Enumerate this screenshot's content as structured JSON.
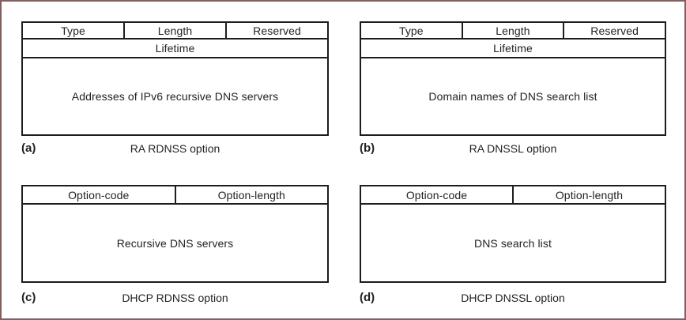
{
  "colors": {
    "frame_border": "#7f6161",
    "table_border": "#1d1d1b",
    "text": "#231f20",
    "background": "#ffffff"
  },
  "figures": {
    "a": {
      "label": "(a)",
      "caption": "RA RDNSS option",
      "header_cells": [
        "Type",
        "Length",
        "Reserved"
      ],
      "row2": "Lifetime",
      "body": "Addresses of IPv6 recursive DNS servers"
    },
    "b": {
      "label": "(b)",
      "caption": "RA DNSSL option",
      "header_cells": [
        "Type",
        "Length",
        "Reserved"
      ],
      "row2": "Lifetime",
      "body": "Domain names of DNS search list"
    },
    "c": {
      "label": "(c)",
      "caption": "DHCP RDNSS option",
      "header_cells": [
        "Option-code",
        "Option-length"
      ],
      "body": "Recursive DNS servers"
    },
    "d": {
      "label": "(d)",
      "caption": "DHCP DNSSL option",
      "header_cells": [
        "Option-code",
        "Option-length"
      ],
      "body": "DNS search list"
    }
  }
}
